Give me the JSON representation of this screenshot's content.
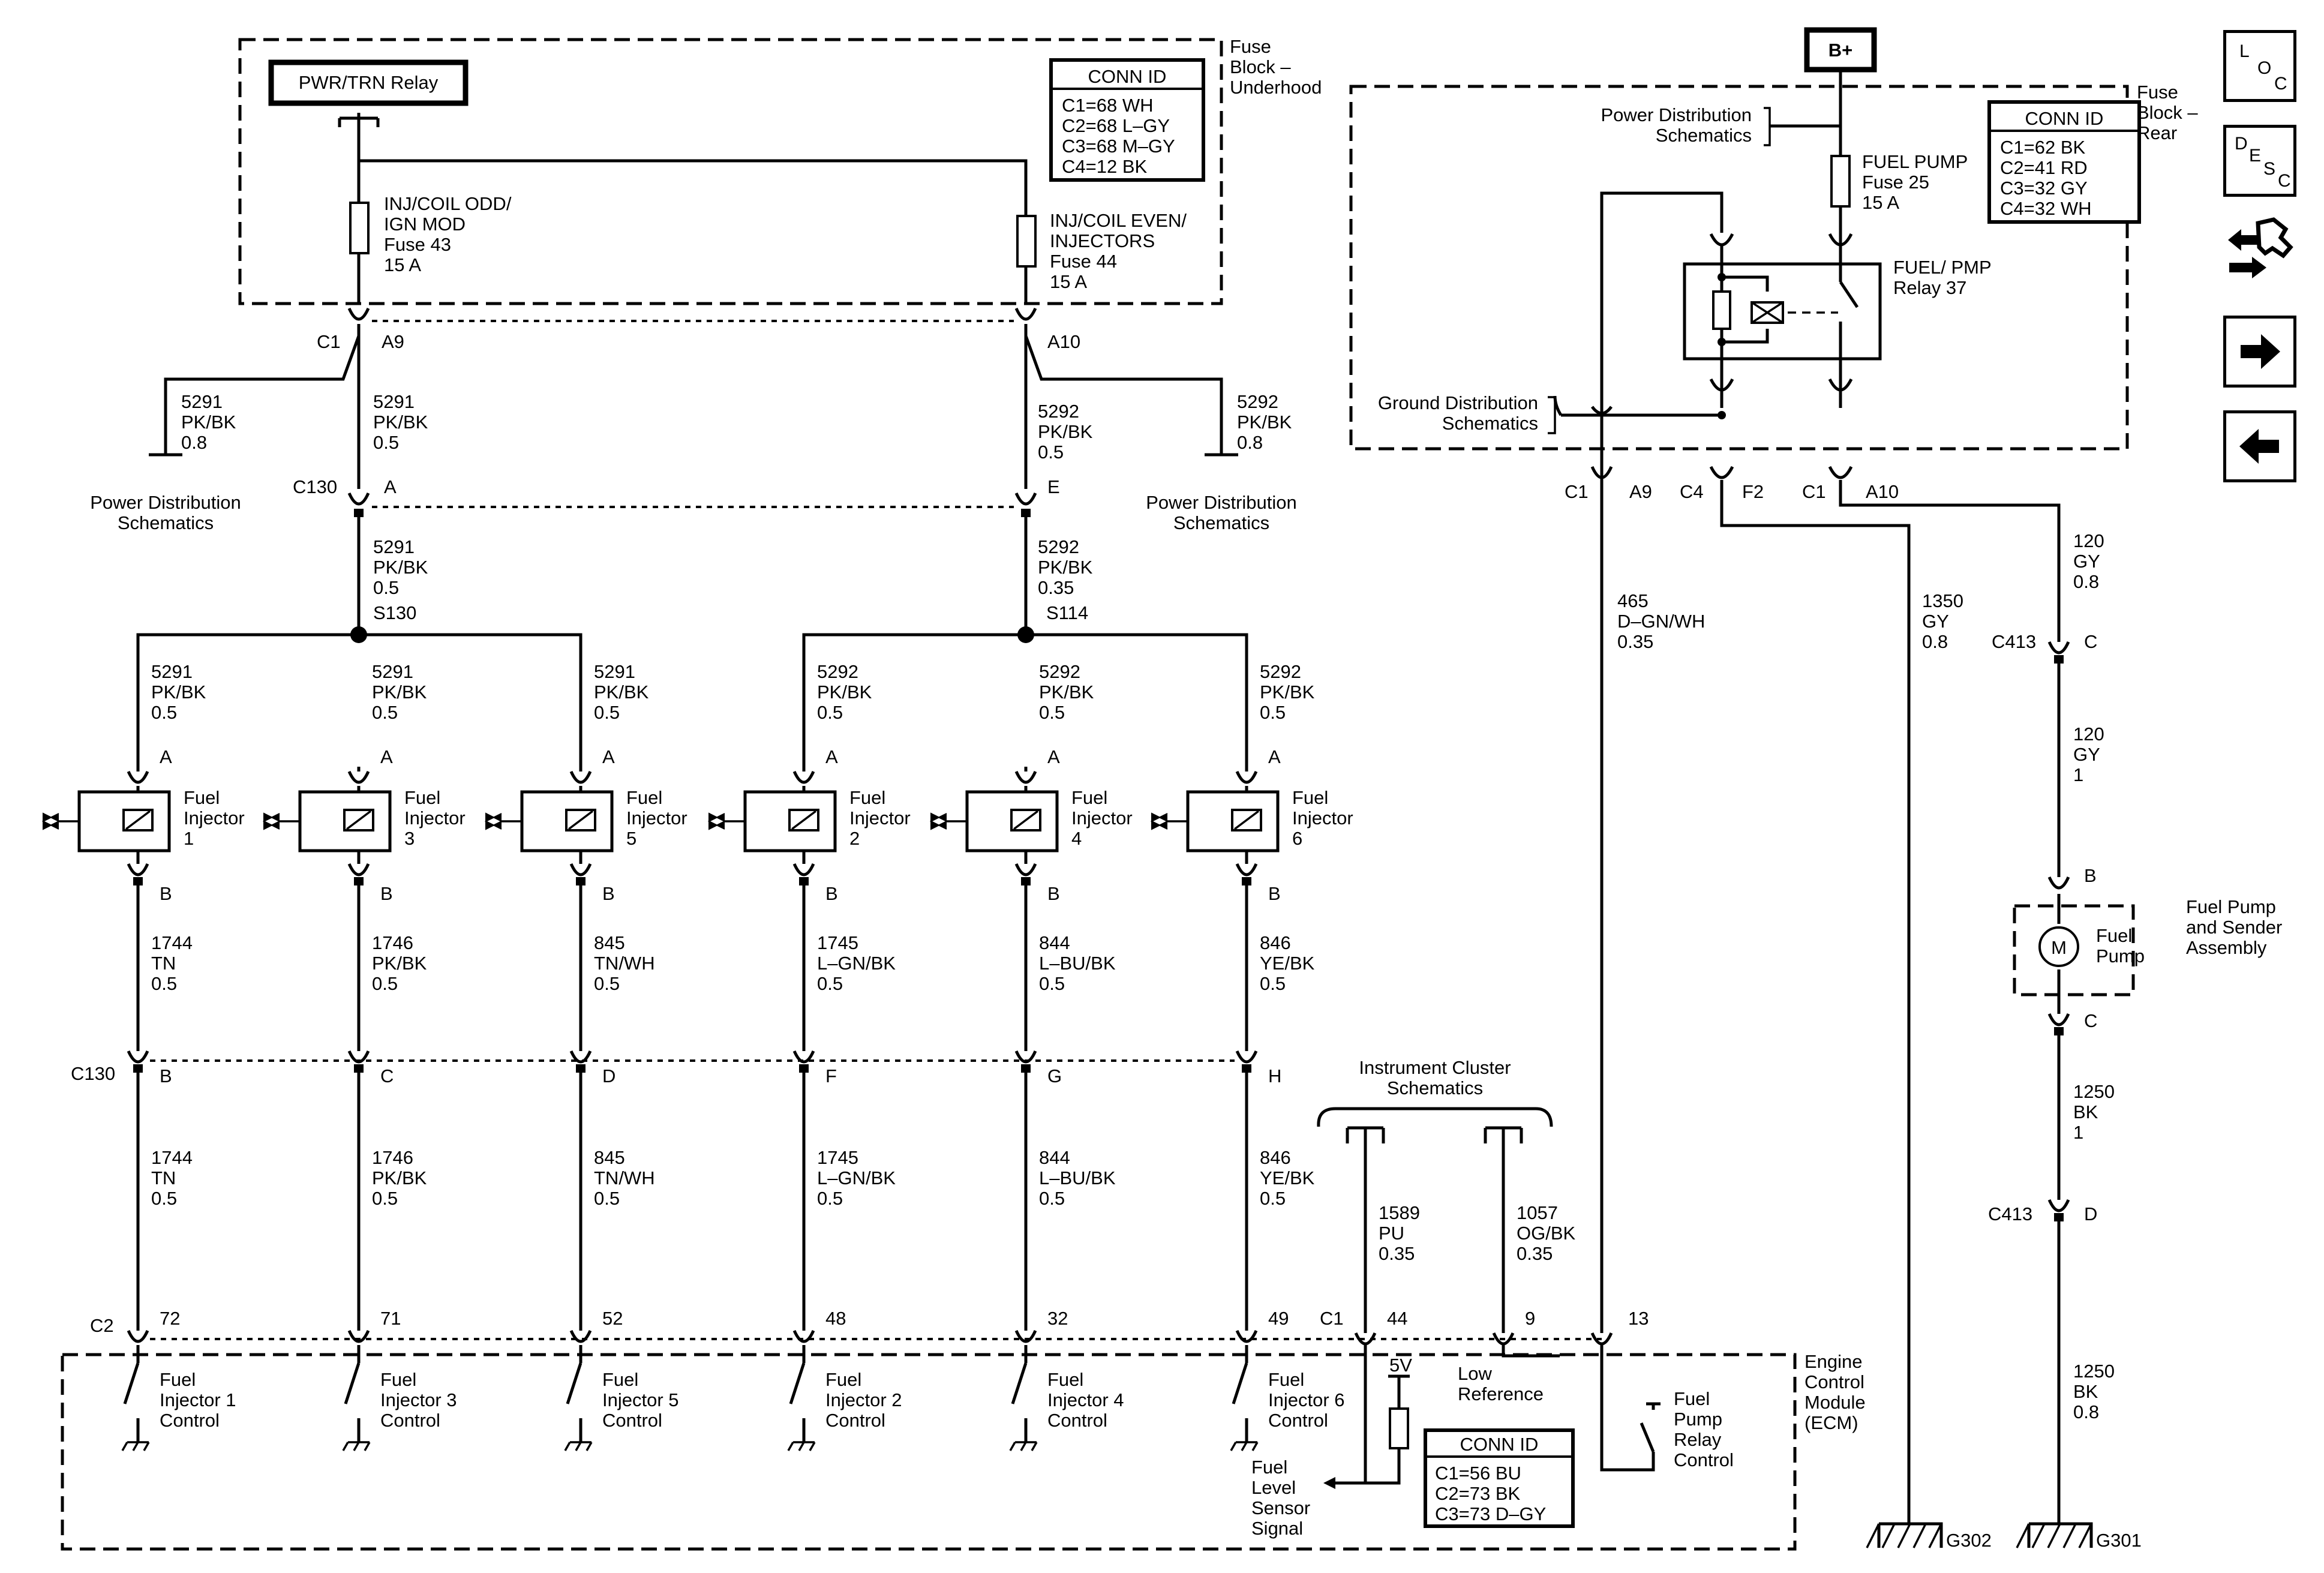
{
  "boxes": {
    "fuse_block_underhood": "Fuse Block – Underhood",
    "fuse_block_rear": "Fuse Block – Rear",
    "ecm": "Engine Control Module (ECM)",
    "pwr_trn_relay": "PWR/TRN Relay",
    "b_plus": "B+"
  },
  "conn_id": {
    "underhood": {
      "title": "CONN ID",
      "lines": [
        "C1=68 WH",
        "C2=68 L–GY",
        "C3=68 M–GY",
        "C4=12 BK"
      ]
    },
    "rear": {
      "title": "CONN ID",
      "lines": [
        "C1=62 BK",
        "C2=41 RD",
        "C3=32 GY",
        "C4=32 WH"
      ]
    },
    "ecm": {
      "title": "CONN ID",
      "lines": [
        "C1=56 BU",
        "C2=73 BK",
        "C3=73 D–GY"
      ]
    }
  },
  "fuses": [
    {
      "lines": [
        "INJ/COIL ODD/",
        "IGN MOD",
        "Fuse 43",
        "15 A"
      ]
    },
    {
      "lines": [
        "INJ/COIL EVEN/",
        "INJECTORS",
        "Fuse 44",
        "15 A"
      ]
    },
    {
      "lines": [
        "FUEL PUMP",
        "Fuse 25",
        "15 A"
      ]
    }
  ],
  "relay": {
    "lines": [
      "FUEL/ PMP",
      "Relay 37"
    ]
  },
  "schematic_refs": {
    "power_dist_left": [
      "Power Distribution",
      "Schematics"
    ],
    "power_dist_mid": [
      "Power Distribution",
      "Schematics"
    ],
    "power_dist_rear": [
      "Power Distribution",
      "Schematics"
    ],
    "ground_dist": [
      "Ground Distribution",
      "Schematics"
    ],
    "instrument_cluster": [
      "Instrument Cluster",
      "Schematics"
    ]
  },
  "connector_labels": {
    "c1_left": "C1",
    "a9_left": "A9",
    "a10_left": "A10",
    "c130_top": "C130",
    "a_c130": "A",
    "e_c130": "E",
    "s130": "S130",
    "s114": "S114",
    "c130_bottom": "C130",
    "c2": "C2",
    "c1_ecm": "C1",
    "rear_c1a": "C1",
    "rear_a9": "A9",
    "rear_c4": "C4",
    "rear_f2": "F2",
    "rear_c1b": "C1",
    "rear_a10": "A10",
    "c413_top": "C413",
    "c413_c": "C",
    "c413_bottom": "C413",
    "c413_d": "D",
    "pump_b": "B",
    "pump_c": "C"
  },
  "upper_wires": [
    {
      "lines": [
        "5291",
        "PK/BK",
        "0.8"
      ]
    },
    {
      "lines": [
        "5291",
        "PK/BK",
        "0.5"
      ]
    },
    {
      "lines": [
        "5292",
        "PK/BK",
        "0.5"
      ]
    },
    {
      "lines": [
        "5292",
        "PK/BK",
        "0.8"
      ]
    },
    {
      "lines": [
        "5291",
        "PK/BK",
        "0.5"
      ]
    },
    {
      "lines": [
        "5292",
        "PK/BK",
        "0.35"
      ]
    }
  ],
  "injectors": [
    {
      "feed": [
        "5291",
        "PK/BK",
        "0.5"
      ],
      "name": [
        "Fuel",
        "Injector",
        "1"
      ],
      "out": [
        "1744",
        "TN",
        "0.5"
      ],
      "c130_pin": "B",
      "ecm_pin": "72",
      "ecm_label": [
        "Fuel",
        "Injector 1",
        "Control"
      ]
    },
    {
      "feed": [
        "5291",
        "PK/BK",
        "0.5"
      ],
      "name": [
        "Fuel",
        "Injector",
        "3"
      ],
      "out": [
        "1746",
        "PK/BK",
        "0.5"
      ],
      "c130_pin": "C",
      "ecm_pin": "71",
      "ecm_label": [
        "Fuel",
        "Injector 3",
        "Control"
      ]
    },
    {
      "feed": [
        "5291",
        "PK/BK",
        "0.5"
      ],
      "name": [
        "Fuel",
        "Injector",
        "5"
      ],
      "out": [
        "845",
        "TN/WH",
        "0.5"
      ],
      "c130_pin": "D",
      "ecm_pin": "52",
      "ecm_label": [
        "Fuel",
        "Injector 5",
        "Control"
      ]
    },
    {
      "feed": [
        "5292",
        "PK/BK",
        "0.5"
      ],
      "name": [
        "Fuel",
        "Injector",
        "2"
      ],
      "out": [
        "1745",
        "L–GN/BK",
        "0.5"
      ],
      "c130_pin": "F",
      "ecm_pin": "48",
      "ecm_label": [
        "Fuel",
        "Injector 2",
        "Control"
      ]
    },
    {
      "feed": [
        "5292",
        "PK/BK",
        "0.5"
      ],
      "name": [
        "Fuel",
        "Injector",
        "4"
      ],
      "out": [
        "844",
        "L–BU/BK",
        "0.5"
      ],
      "c130_pin": "G",
      "ecm_pin": "32",
      "ecm_label": [
        "Fuel",
        "Injector 4",
        "Control"
      ]
    },
    {
      "feed": [
        "5292",
        "PK/BK",
        "0.5"
      ],
      "name": [
        "Fuel",
        "Injector",
        "6"
      ],
      "out": [
        "846",
        "YE/BK",
        "0.5"
      ],
      "c130_pin": "H",
      "ecm_pin": "49",
      "ecm_label": [
        "Fuel",
        "Injector 6",
        "Control"
      ]
    }
  ],
  "injector_pins": {
    "a": "A",
    "b": "B"
  },
  "cluster_wires": [
    {
      "lines": [
        "1589",
        "PU",
        "0.35"
      ],
      "ecm_pin": "44"
    },
    {
      "lines": [
        "1057",
        "OG/BK",
        "0.35"
      ],
      "ecm_pin": "9"
    }
  ],
  "relay_wire": {
    "lines": [
      "465",
      "D–GN/WH",
      "0.35"
    ],
    "ecm_pin": "13"
  },
  "ground_wire_g302": {
    "lines": [
      "1350",
      "GY",
      "0.8"
    ],
    "ground": "G302"
  },
  "pump_wires": [
    {
      "lines": [
        "120",
        "GY",
        "0.8"
      ]
    },
    {
      "lines": [
        "120",
        "GY",
        "1"
      ]
    },
    {
      "lines": [
        "1250",
        "BK",
        "1"
      ]
    },
    {
      "lines": [
        "1250",
        "BK",
        "0.8"
      ]
    }
  ],
  "ground_g301": "G301",
  "fuel_pump": {
    "motor": "M",
    "name": [
      "Fuel",
      "Pump"
    ],
    "assembly": [
      "Fuel Pump",
      "and Sender",
      "Assembly"
    ]
  },
  "ecm_internal": {
    "five_v": "5V",
    "low_reference": [
      "Low",
      "Reference"
    ],
    "fuel_level": [
      "Fuel",
      "Level",
      "Sensor",
      "Signal"
    ],
    "relay_control": [
      "Fuel",
      "Pump",
      "Relay",
      "Control"
    ]
  },
  "nav": {
    "loc": [
      "L",
      "O",
      "C"
    ],
    "desc": [
      "D",
      "E",
      "S",
      "C"
    ],
    "icons": [
      "connector-view-icon",
      "arrow-right-icon",
      "arrow-left-icon"
    ]
  }
}
